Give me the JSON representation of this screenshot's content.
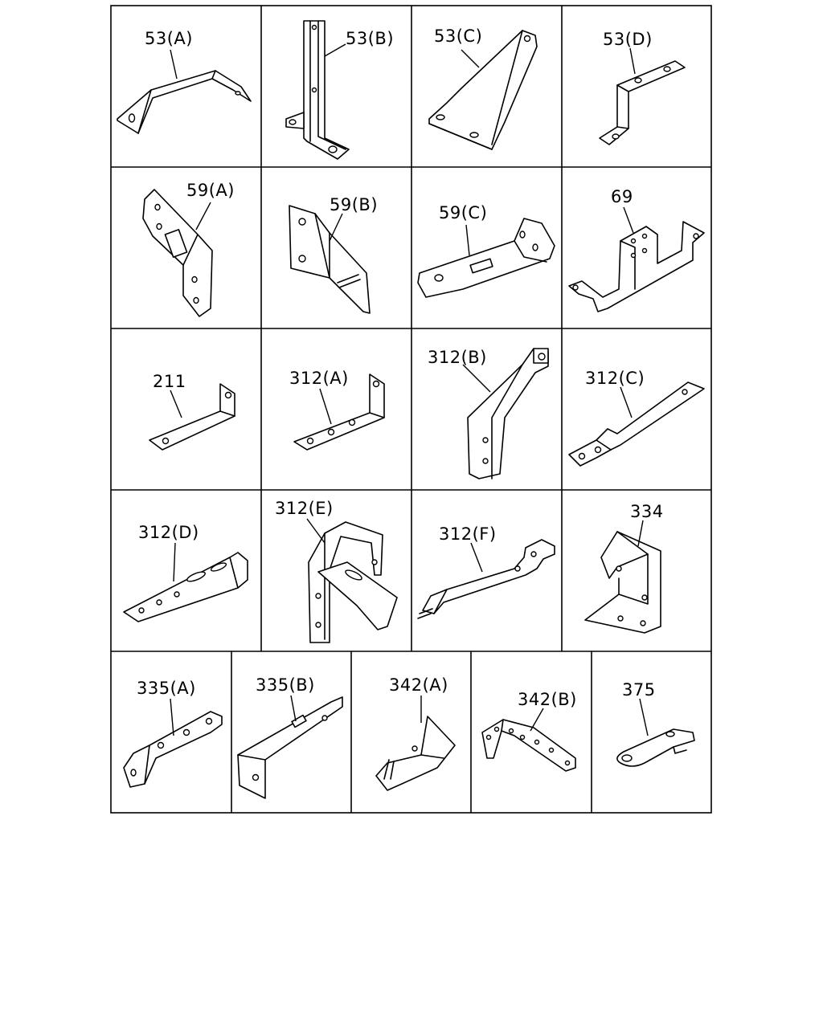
{
  "parts": [
    {
      "key": "53a",
      "label": "53(A)"
    },
    {
      "key": "53b",
      "label": "53(B)"
    },
    {
      "key": "53c",
      "label": "53(C)"
    },
    {
      "key": "53d",
      "label": "53(D)"
    },
    {
      "key": "59a",
      "label": "59(A)"
    },
    {
      "key": "59b",
      "label": "59(B)"
    },
    {
      "key": "59c",
      "label": "59(C)"
    },
    {
      "key": "69",
      "label": "69"
    },
    {
      "key": "211",
      "label": "211"
    },
    {
      "key": "312a",
      "label": "312(A)"
    },
    {
      "key": "312b",
      "label": "312(B)"
    },
    {
      "key": "312c",
      "label": "312(C)"
    },
    {
      "key": "312d",
      "label": "312(D)"
    },
    {
      "key": "312e",
      "label": "312(E)"
    },
    {
      "key": "312f",
      "label": "312(F)"
    },
    {
      "key": "334",
      "label": "334"
    },
    {
      "key": "335a",
      "label": "335(A)"
    },
    {
      "key": "335b",
      "label": "335(B)"
    },
    {
      "key": "342a",
      "label": "342(A)"
    },
    {
      "key": "342b",
      "label": "342(B)"
    },
    {
      "key": "375",
      "label": "375"
    }
  ]
}
